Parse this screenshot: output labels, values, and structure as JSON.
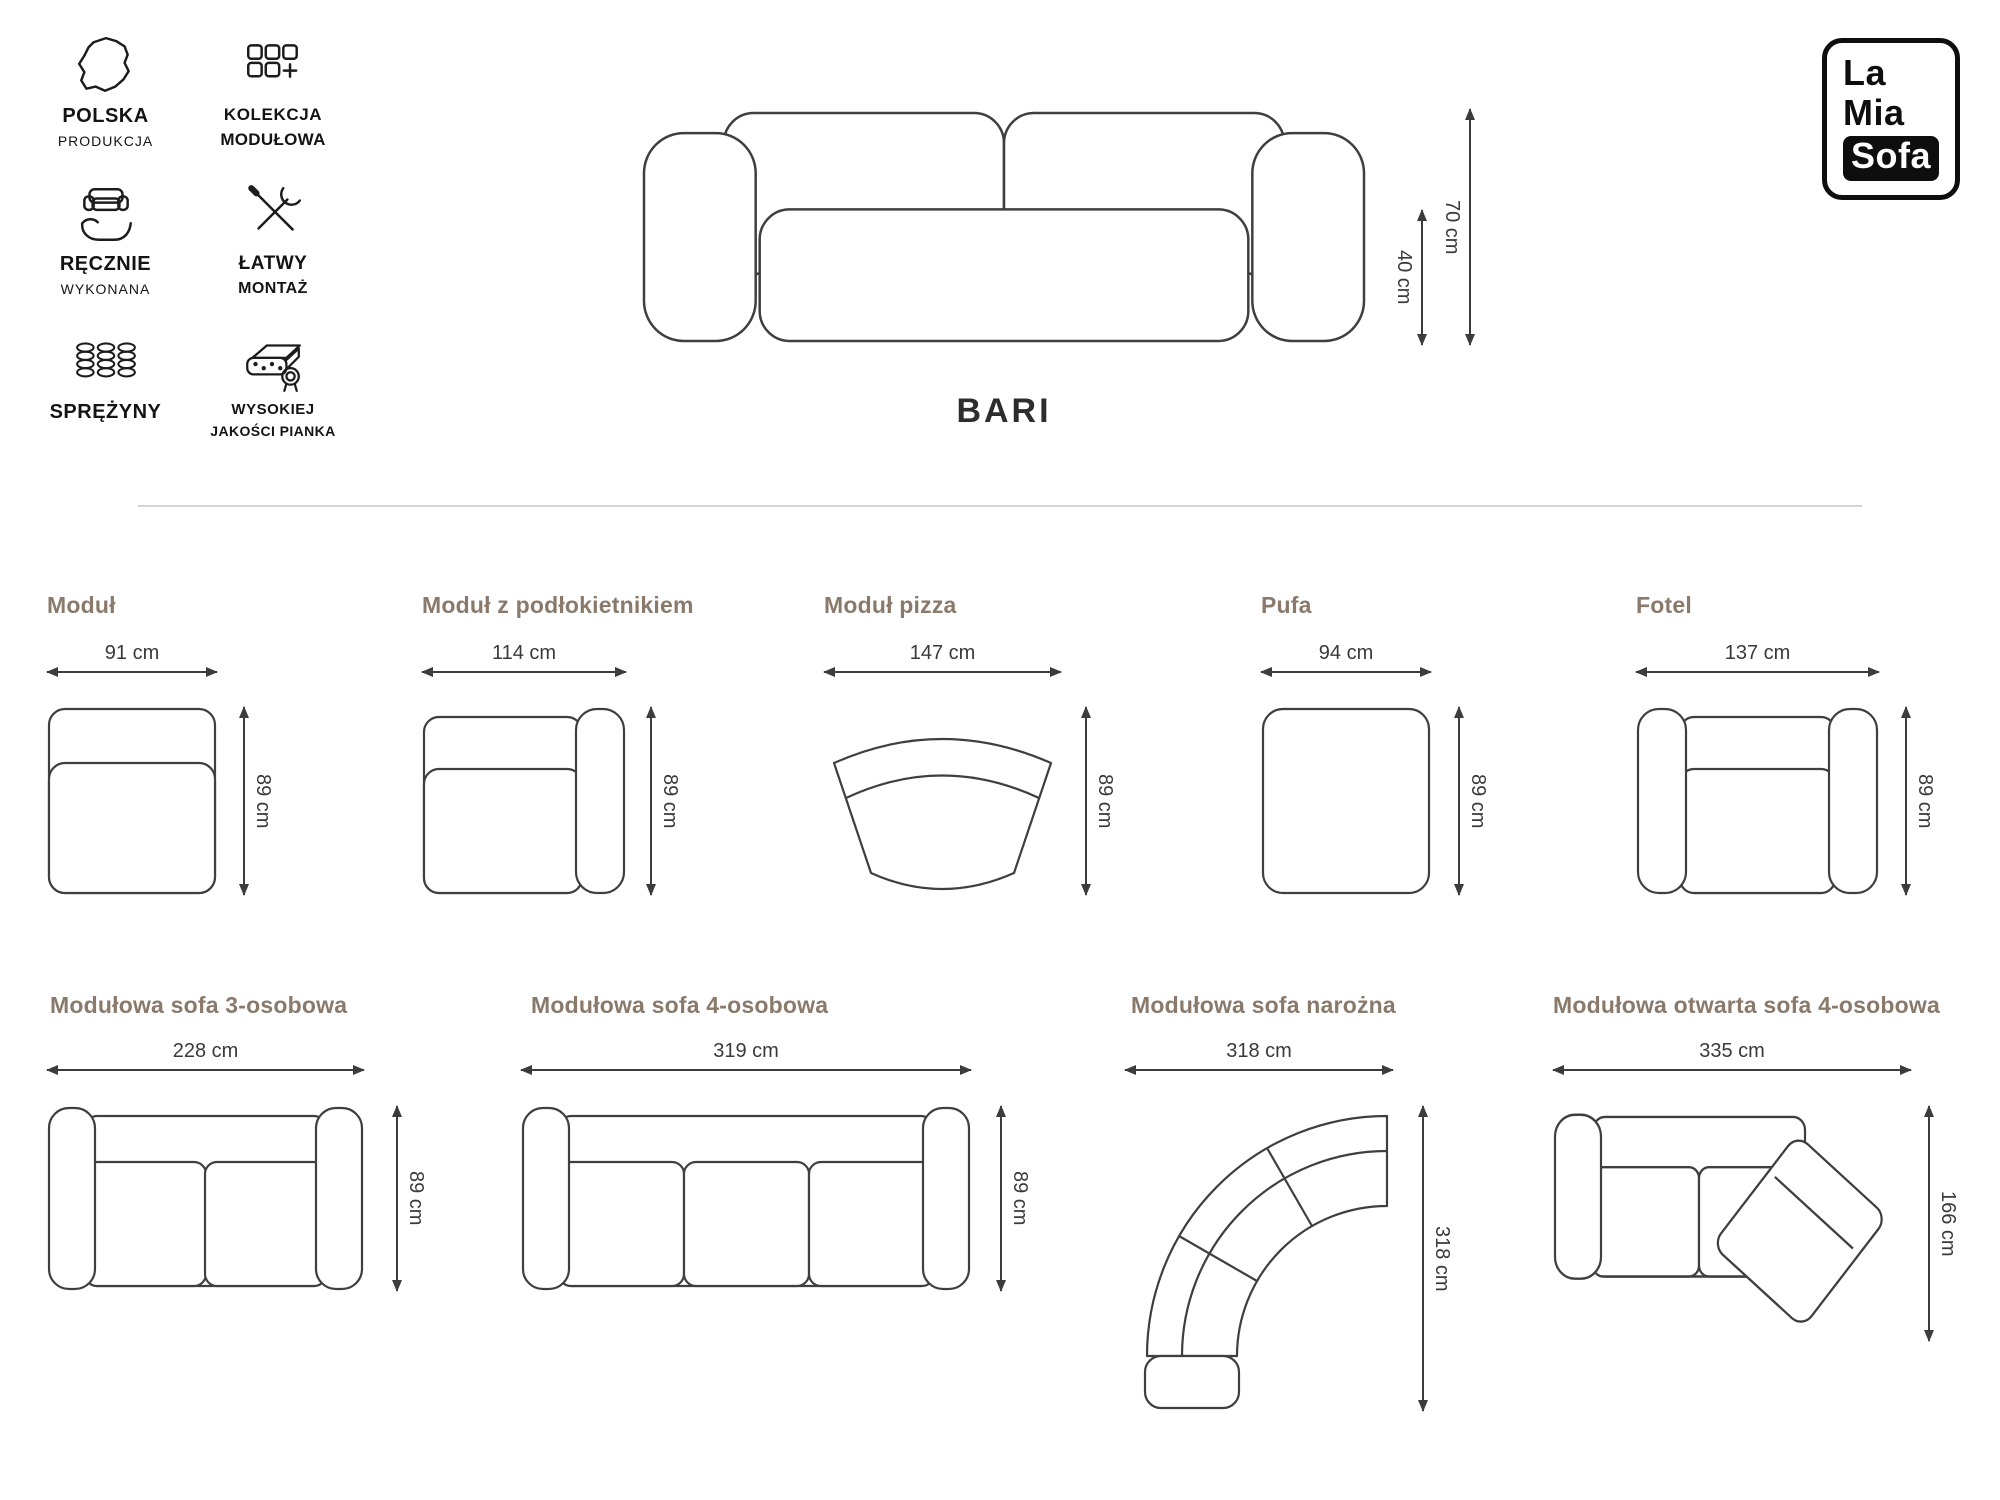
{
  "brand": {
    "line1": "La",
    "line2": "Mia",
    "line3": "Sofa"
  },
  "hero": {
    "title": "BARI",
    "total_height": "70 cm",
    "seat_height": "40 cm"
  },
  "features": [
    {
      "icon": "poland-map-icon",
      "title": "POLSKA",
      "subtitle": "PRODUKCJA"
    },
    {
      "icon": "modular-collection-icon",
      "title": "KOLEKCJA",
      "subtitle": "MODUŁOWA"
    },
    {
      "icon": "handmade-icon",
      "title": "RĘCZNIE",
      "subtitle": "WYKONANA"
    },
    {
      "icon": "easy-assembly-icon",
      "title": "ŁATWY",
      "subtitle": "MONTAŻ"
    },
    {
      "icon": "springs-icon",
      "title": "SPRĘŻYNY"
    },
    {
      "icon": "high-quality-foam-icon",
      "title": "WYSOKIEJ",
      "subtitle": "JAKOŚCI PIANKA"
    }
  ],
  "modules": [
    {
      "name": "Moduł",
      "width": "91 cm",
      "depth": "89 cm"
    },
    {
      "name": "Moduł z podłokietnikiem",
      "width": "114 cm",
      "depth": "89 cm"
    },
    {
      "name": "Moduł pizza",
      "width": "147 cm",
      "depth": "89 cm"
    },
    {
      "name": "Pufa",
      "width": "94 cm",
      "depth": "89 cm"
    },
    {
      "name": "Fotel",
      "width": "137 cm",
      "depth": "89 cm"
    },
    {
      "name": "Modułowa sofa 3-osobowa",
      "width": "228 cm",
      "depth": "89 cm"
    },
    {
      "name": "Modułowa sofa 4-osobowa",
      "width": "319 cm",
      "depth": "89 cm"
    },
    {
      "name": "Modułowa sofa narożna",
      "width": "318 cm",
      "depth": "318 cm"
    },
    {
      "name": "Modułowa otwarta sofa 4-osobowa",
      "width": "335 cm",
      "depth": "166 cm"
    }
  ],
  "colors": {
    "heading": "#8a7a6c",
    "line": "#3c3c3c",
    "ink": "#0e0e0e"
  }
}
